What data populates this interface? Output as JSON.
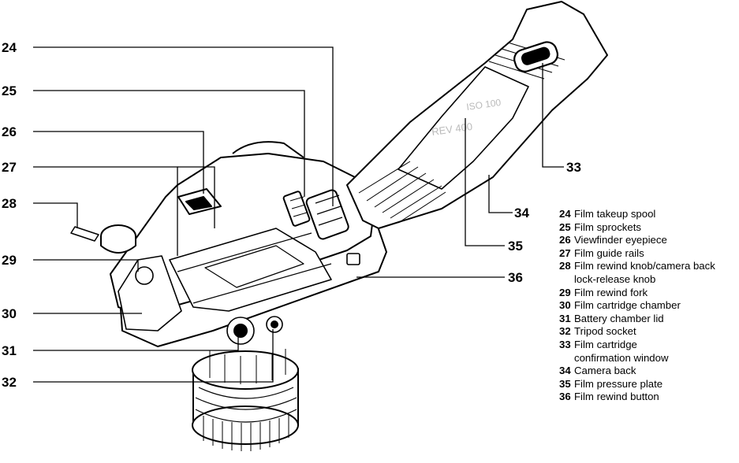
{
  "callouts": [
    {
      "num": "24"
    },
    {
      "num": "25"
    },
    {
      "num": "26"
    },
    {
      "num": "27"
    },
    {
      "num": "28"
    },
    {
      "num": "29"
    },
    {
      "num": "30"
    },
    {
      "num": "31"
    },
    {
      "num": "32"
    },
    {
      "num": "33"
    },
    {
      "num": "34"
    },
    {
      "num": "35"
    },
    {
      "num": "36"
    }
  ],
  "legend": [
    {
      "num": "24",
      "text": "Film takeup spool"
    },
    {
      "num": "25",
      "text": "Film sprockets"
    },
    {
      "num": "26",
      "text": "Viewfinder eyepiece"
    },
    {
      "num": "27",
      "text": "Film guide rails"
    },
    {
      "num": "28",
      "text": "Film rewind knob/camera back\nlock-release knob"
    },
    {
      "num": "29",
      "text": "Film rewind fork"
    },
    {
      "num": "30",
      "text": "Film cartridge chamber"
    },
    {
      "num": "31",
      "text": "Battery chamber lid"
    },
    {
      "num": "32",
      "text": "Tripod socket"
    },
    {
      "num": "33",
      "text": "Film cartridge\nconfirmation window"
    },
    {
      "num": "34",
      "text": "Camera back"
    },
    {
      "num": "35",
      "text": "Film pressure plate"
    },
    {
      "num": "36",
      "text": "Film rewind button"
    }
  ],
  "icons": {
    "camera": "camera-body-illustration"
  }
}
